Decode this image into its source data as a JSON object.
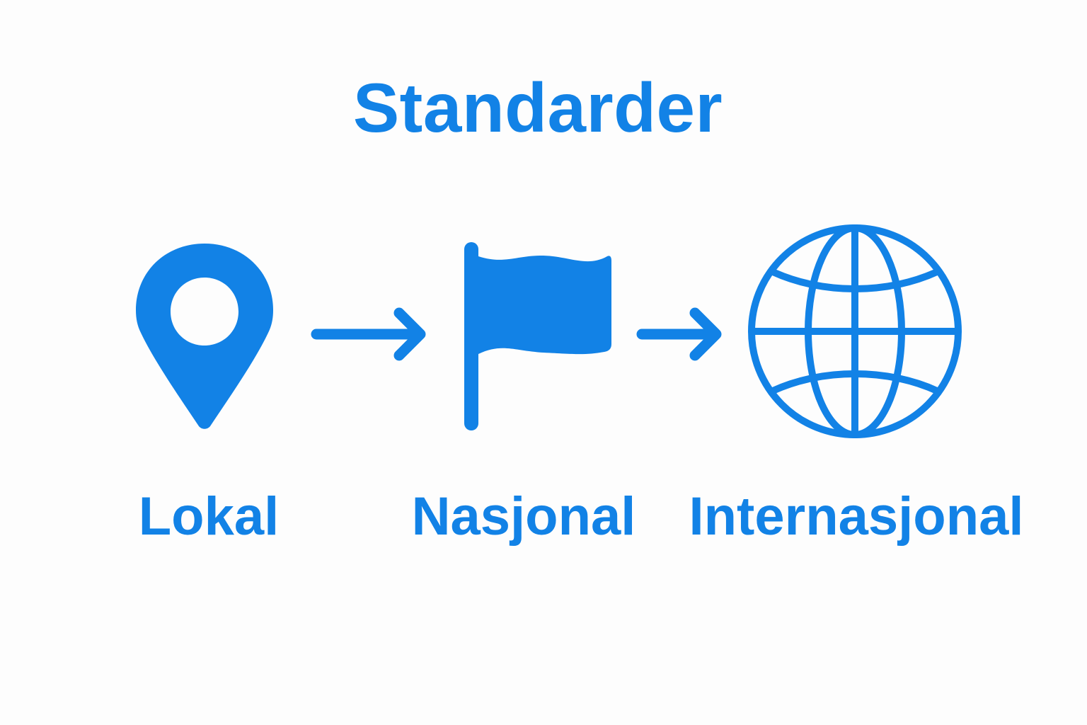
{
  "title": "Standarder",
  "colors": {
    "accent": "#1282e6",
    "background": "#fdfdfd"
  },
  "steps": [
    {
      "icon": "location-pin-icon",
      "label": "Lokal"
    },
    {
      "icon": "flag-icon",
      "label": "Nasjonal"
    },
    {
      "icon": "globe-icon",
      "label": "Internasjonal"
    }
  ],
  "connectors": [
    "arrow-right-icon",
    "arrow-right-icon"
  ]
}
